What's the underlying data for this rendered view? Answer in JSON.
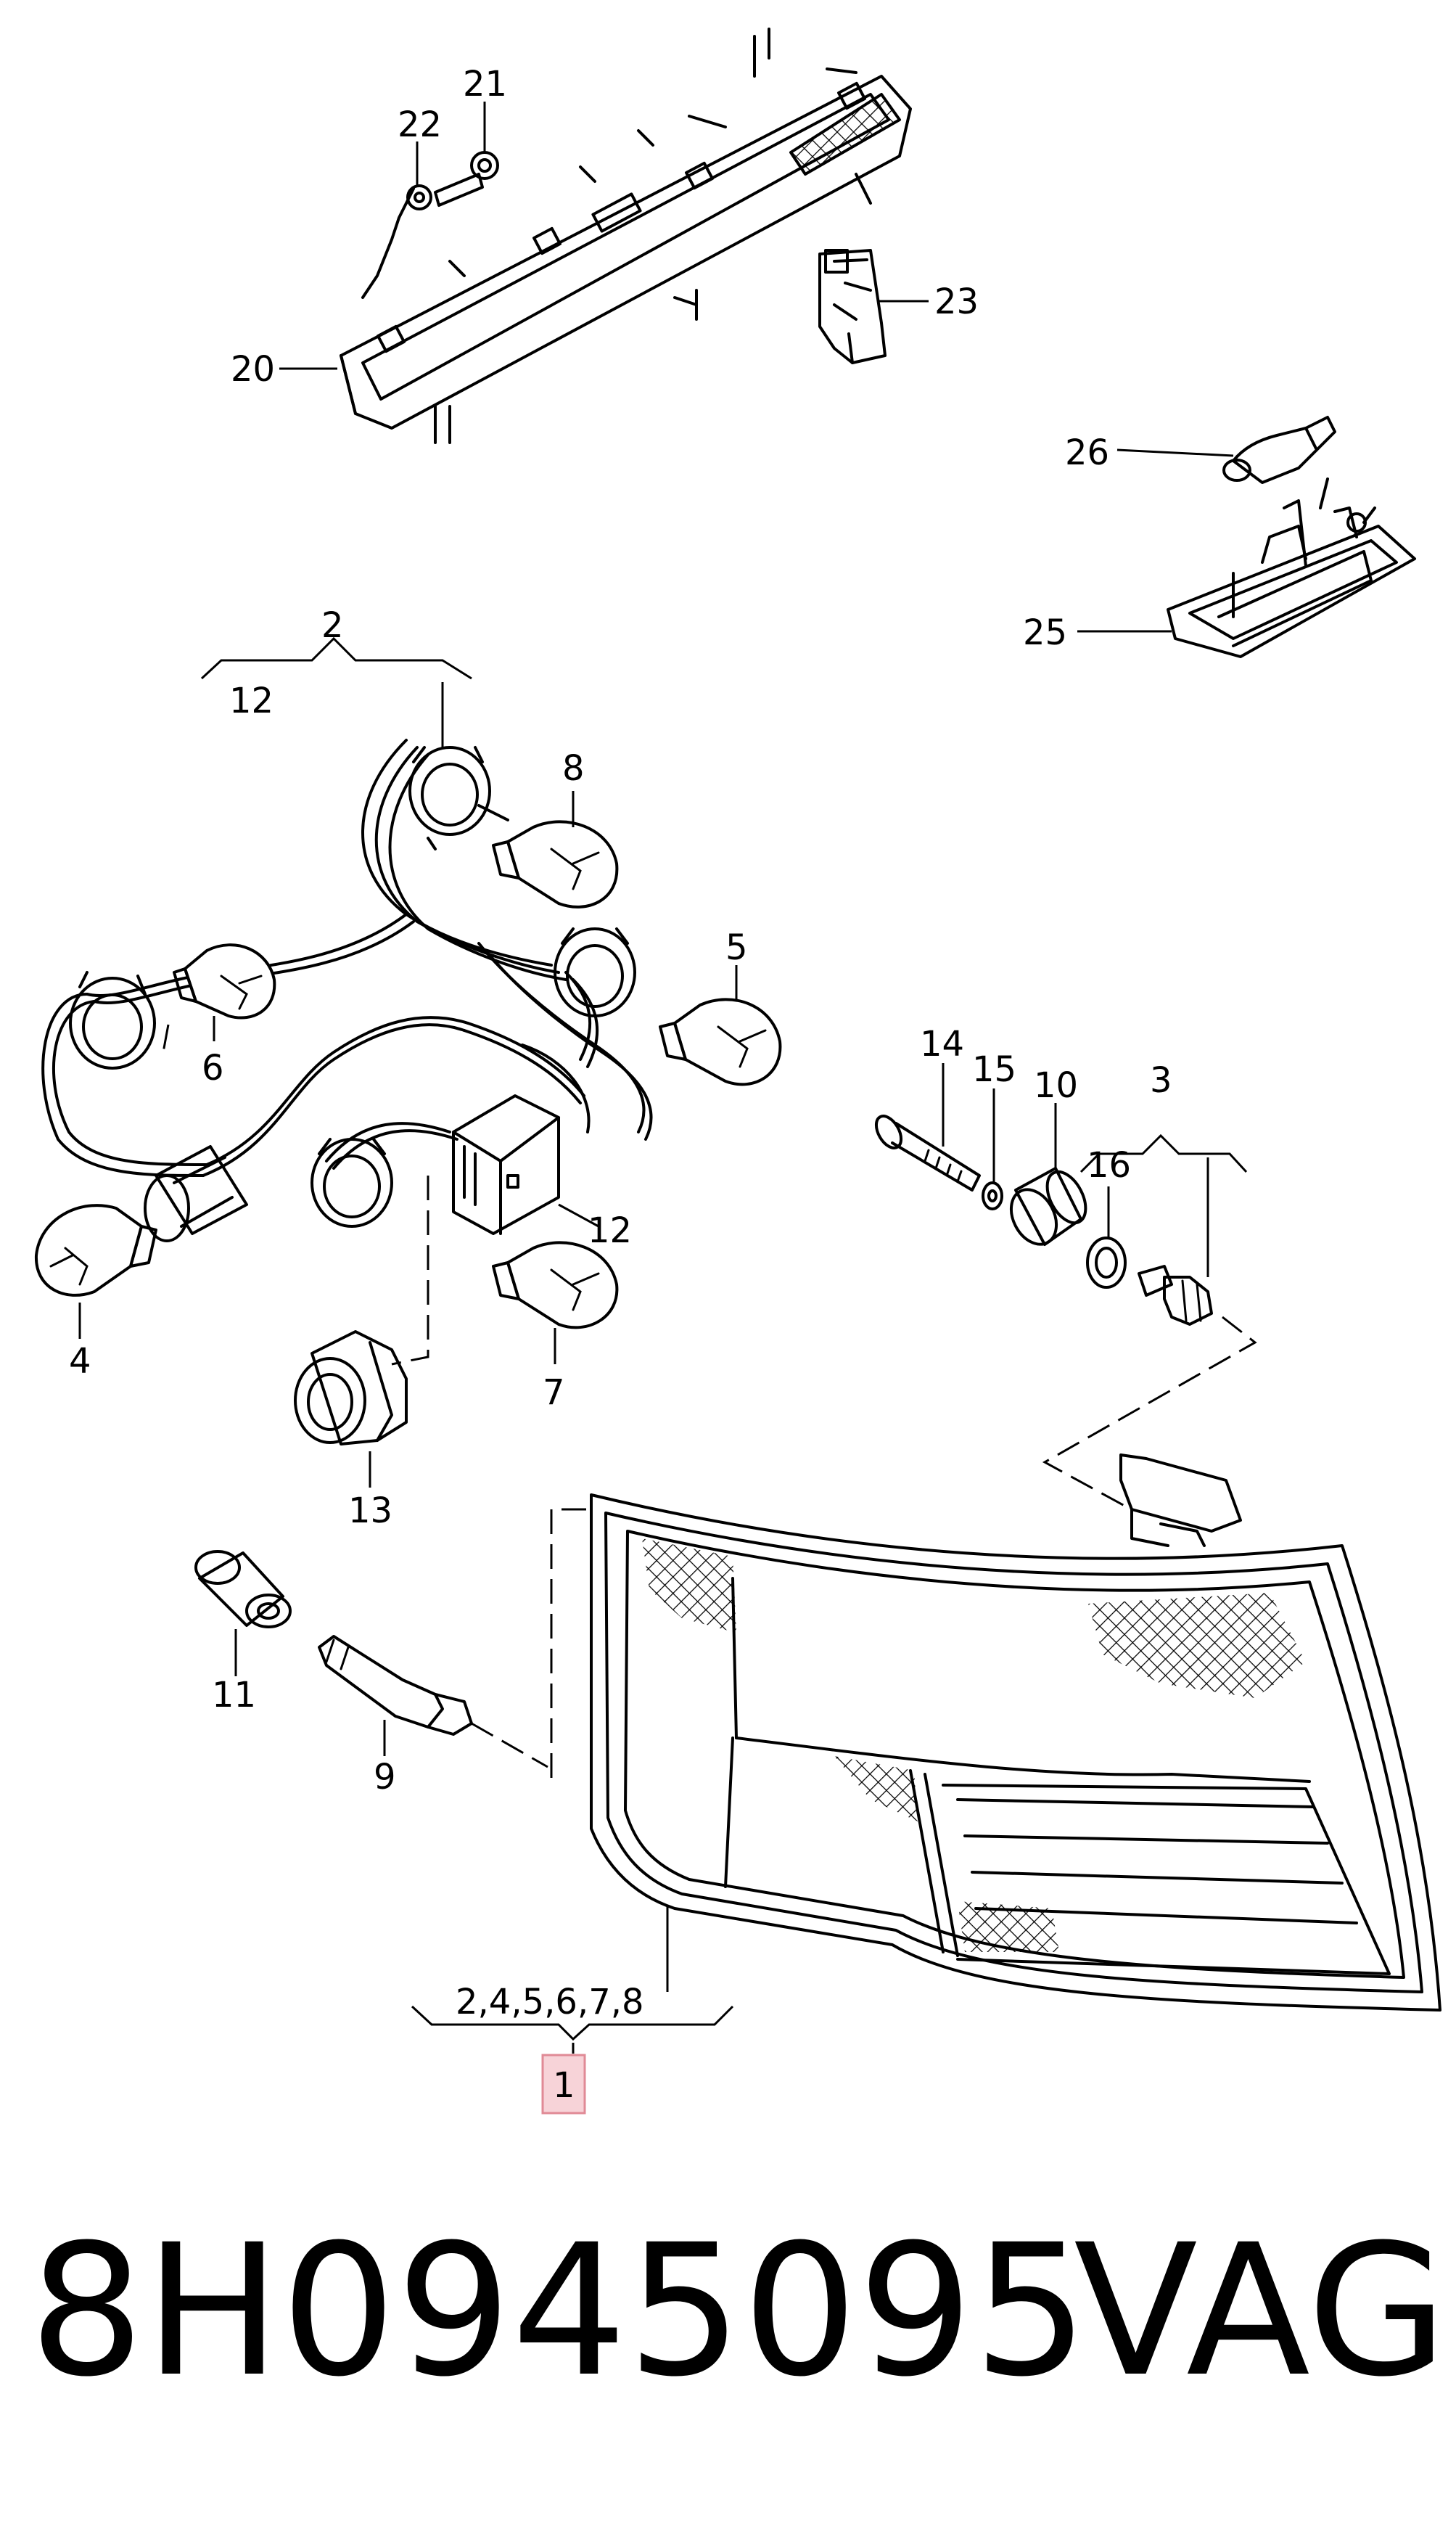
{
  "diagram": {
    "callouts": [
      {
        "id": "c20",
        "text": "20"
      },
      {
        "id": "c21",
        "text": "21"
      },
      {
        "id": "c22",
        "text": "22"
      },
      {
        "id": "c23",
        "text": "23"
      },
      {
        "id": "c25",
        "text": "25"
      },
      {
        "id": "c26",
        "text": "26"
      },
      {
        "id": "c2",
        "text": "2"
      },
      {
        "id": "c12a",
        "text": "12"
      },
      {
        "id": "c8",
        "text": "8"
      },
      {
        "id": "c5",
        "text": "5"
      },
      {
        "id": "c6",
        "text": "6"
      },
      {
        "id": "c4",
        "text": "4"
      },
      {
        "id": "c12b",
        "text": "12"
      },
      {
        "id": "c7",
        "text": "7"
      },
      {
        "id": "c13",
        "text": "13"
      },
      {
        "id": "c14",
        "text": "14"
      },
      {
        "id": "c15",
        "text": "15"
      },
      {
        "id": "c10",
        "text": "10"
      },
      {
        "id": "c3",
        "text": "3"
      },
      {
        "id": "c16",
        "text": "16"
      },
      {
        "id": "c11",
        "text": "11"
      },
      {
        "id": "c9",
        "text": "9"
      },
      {
        "id": "c2to8",
        "text": "2,4,5,6,7,8"
      },
      {
        "id": "c1",
        "text": "1"
      }
    ],
    "highlight_color": "#f7d3d8",
    "highlight_border": "#e08a96"
  },
  "footer": {
    "part_number": "8H0945095",
    "brand": "VAG"
  }
}
